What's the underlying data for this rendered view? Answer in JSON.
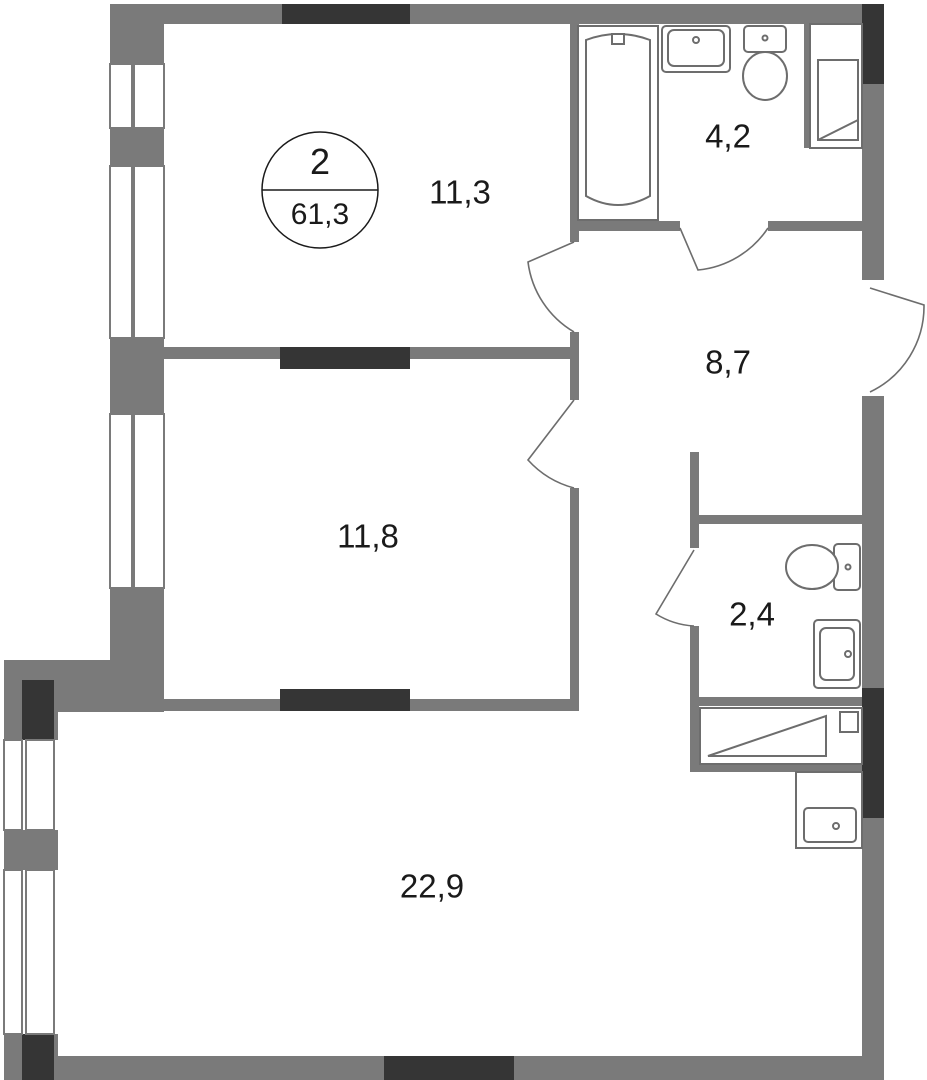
{
  "plan": {
    "rooms_count": "2",
    "total_area": "61,3",
    "rooms": [
      {
        "id": "bedroom-1",
        "area": "11,3"
      },
      {
        "id": "bathroom",
        "area": "4,2"
      },
      {
        "id": "hallway",
        "area": "8,7"
      },
      {
        "id": "bedroom-2",
        "area": "11,8"
      },
      {
        "id": "wc",
        "area": "2,4"
      },
      {
        "id": "living-kitchen",
        "area": "22,9"
      }
    ]
  },
  "colors": {
    "wall": "#7a7a7a",
    "window_block": "#353535",
    "text": "#1a1a1a"
  }
}
